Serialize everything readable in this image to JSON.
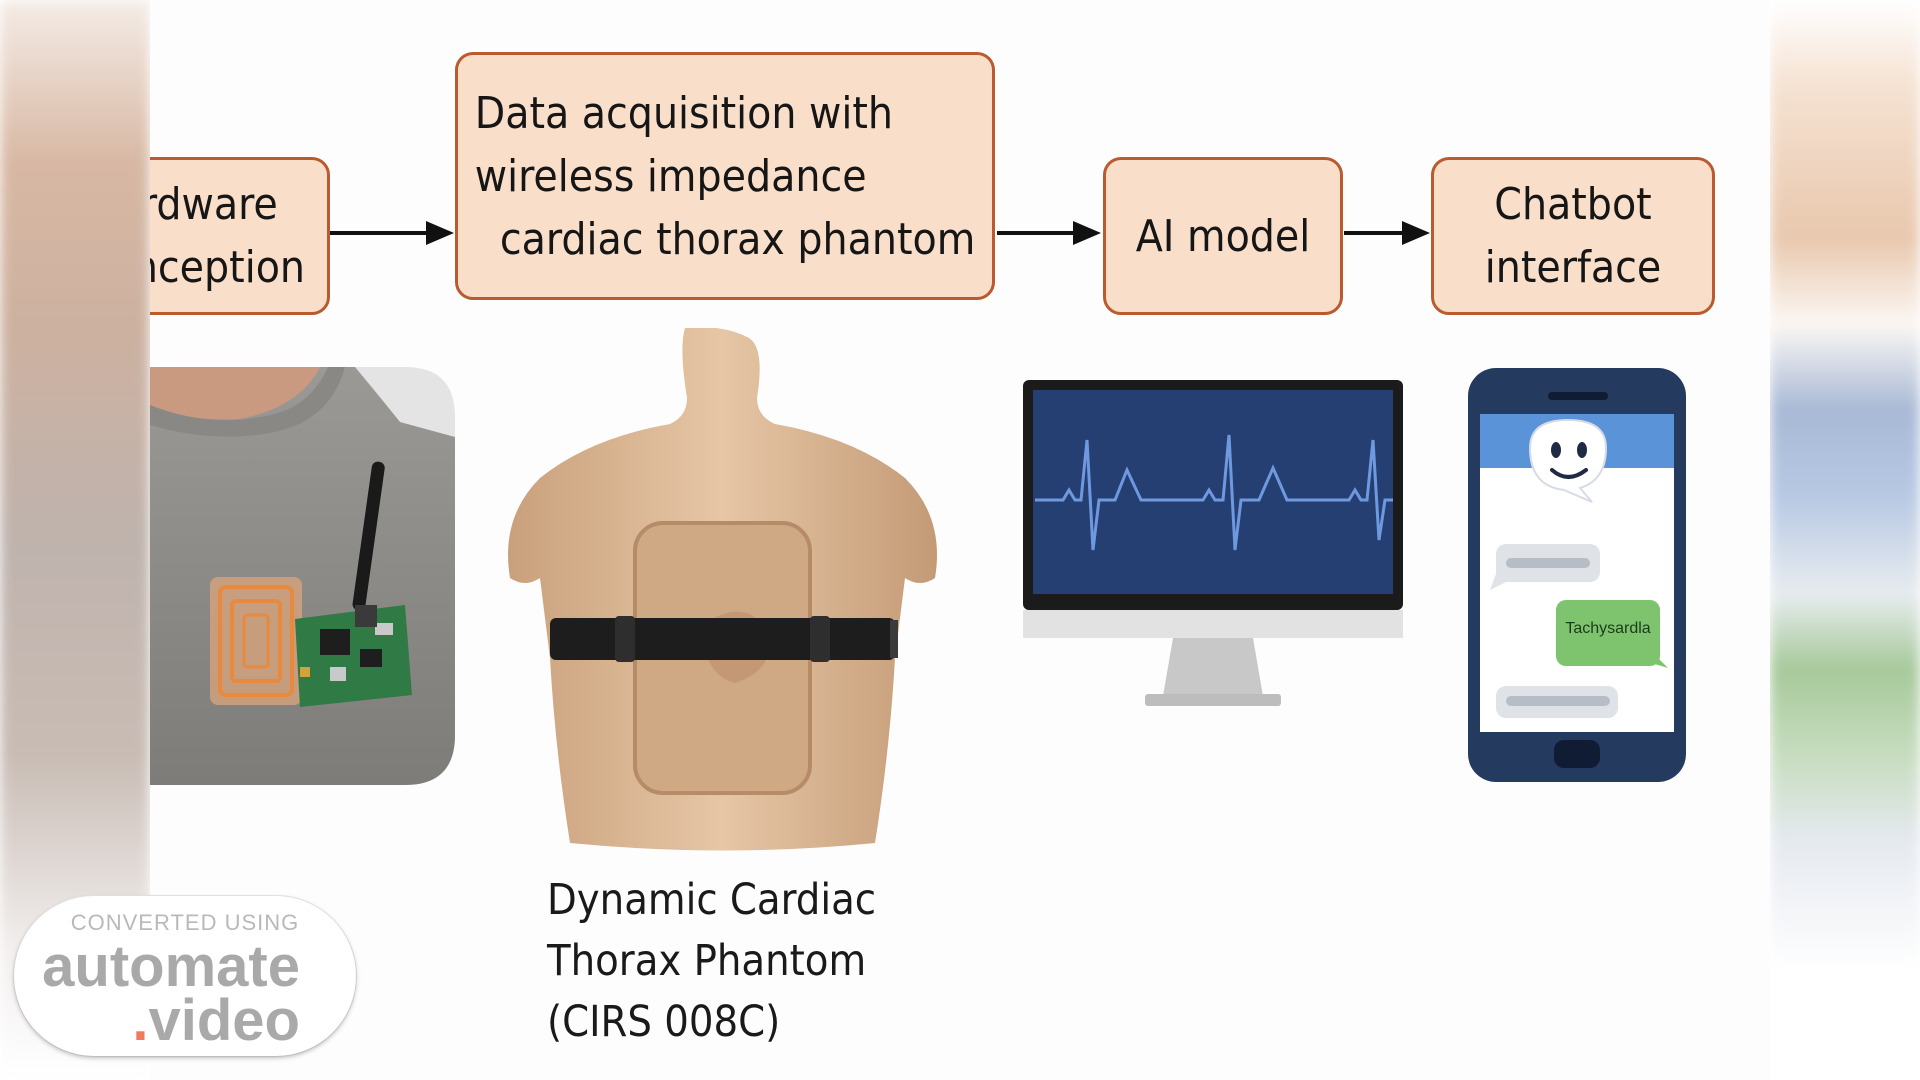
{
  "flow": {
    "steps": [
      {
        "label": "Hardware\nconception"
      },
      {
        "label": "Data acquisition with\nwireless impedance\n  cardiac thorax phantom"
      },
      {
        "label": "AI model"
      },
      {
        "label": "Chatbot\ninterface"
      }
    ]
  },
  "phantom_caption": "Dynamic Cardiac\nThorax Phantom\n(CIRS 008C)",
  "chat": {
    "reply_text": "Tachysardla"
  },
  "watermark": {
    "top": "CONVERTED USING",
    "line1": "automate",
    "dot": ".",
    "line2": "video"
  },
  "colors": {
    "box_fill": "#f9dec9",
    "box_border": "#b95a2f",
    "monitor_screen": "#253f73",
    "ecg_line": "#6f99df",
    "phone_body": "#253a5f",
    "chat_green": "#7ec46f",
    "chat_header": "#5b93d8"
  },
  "icons": [
    "wireless-sensor-board",
    "thorax-phantom",
    "ecg-monitor",
    "chatbot-phone",
    "bot-face-icon"
  ]
}
